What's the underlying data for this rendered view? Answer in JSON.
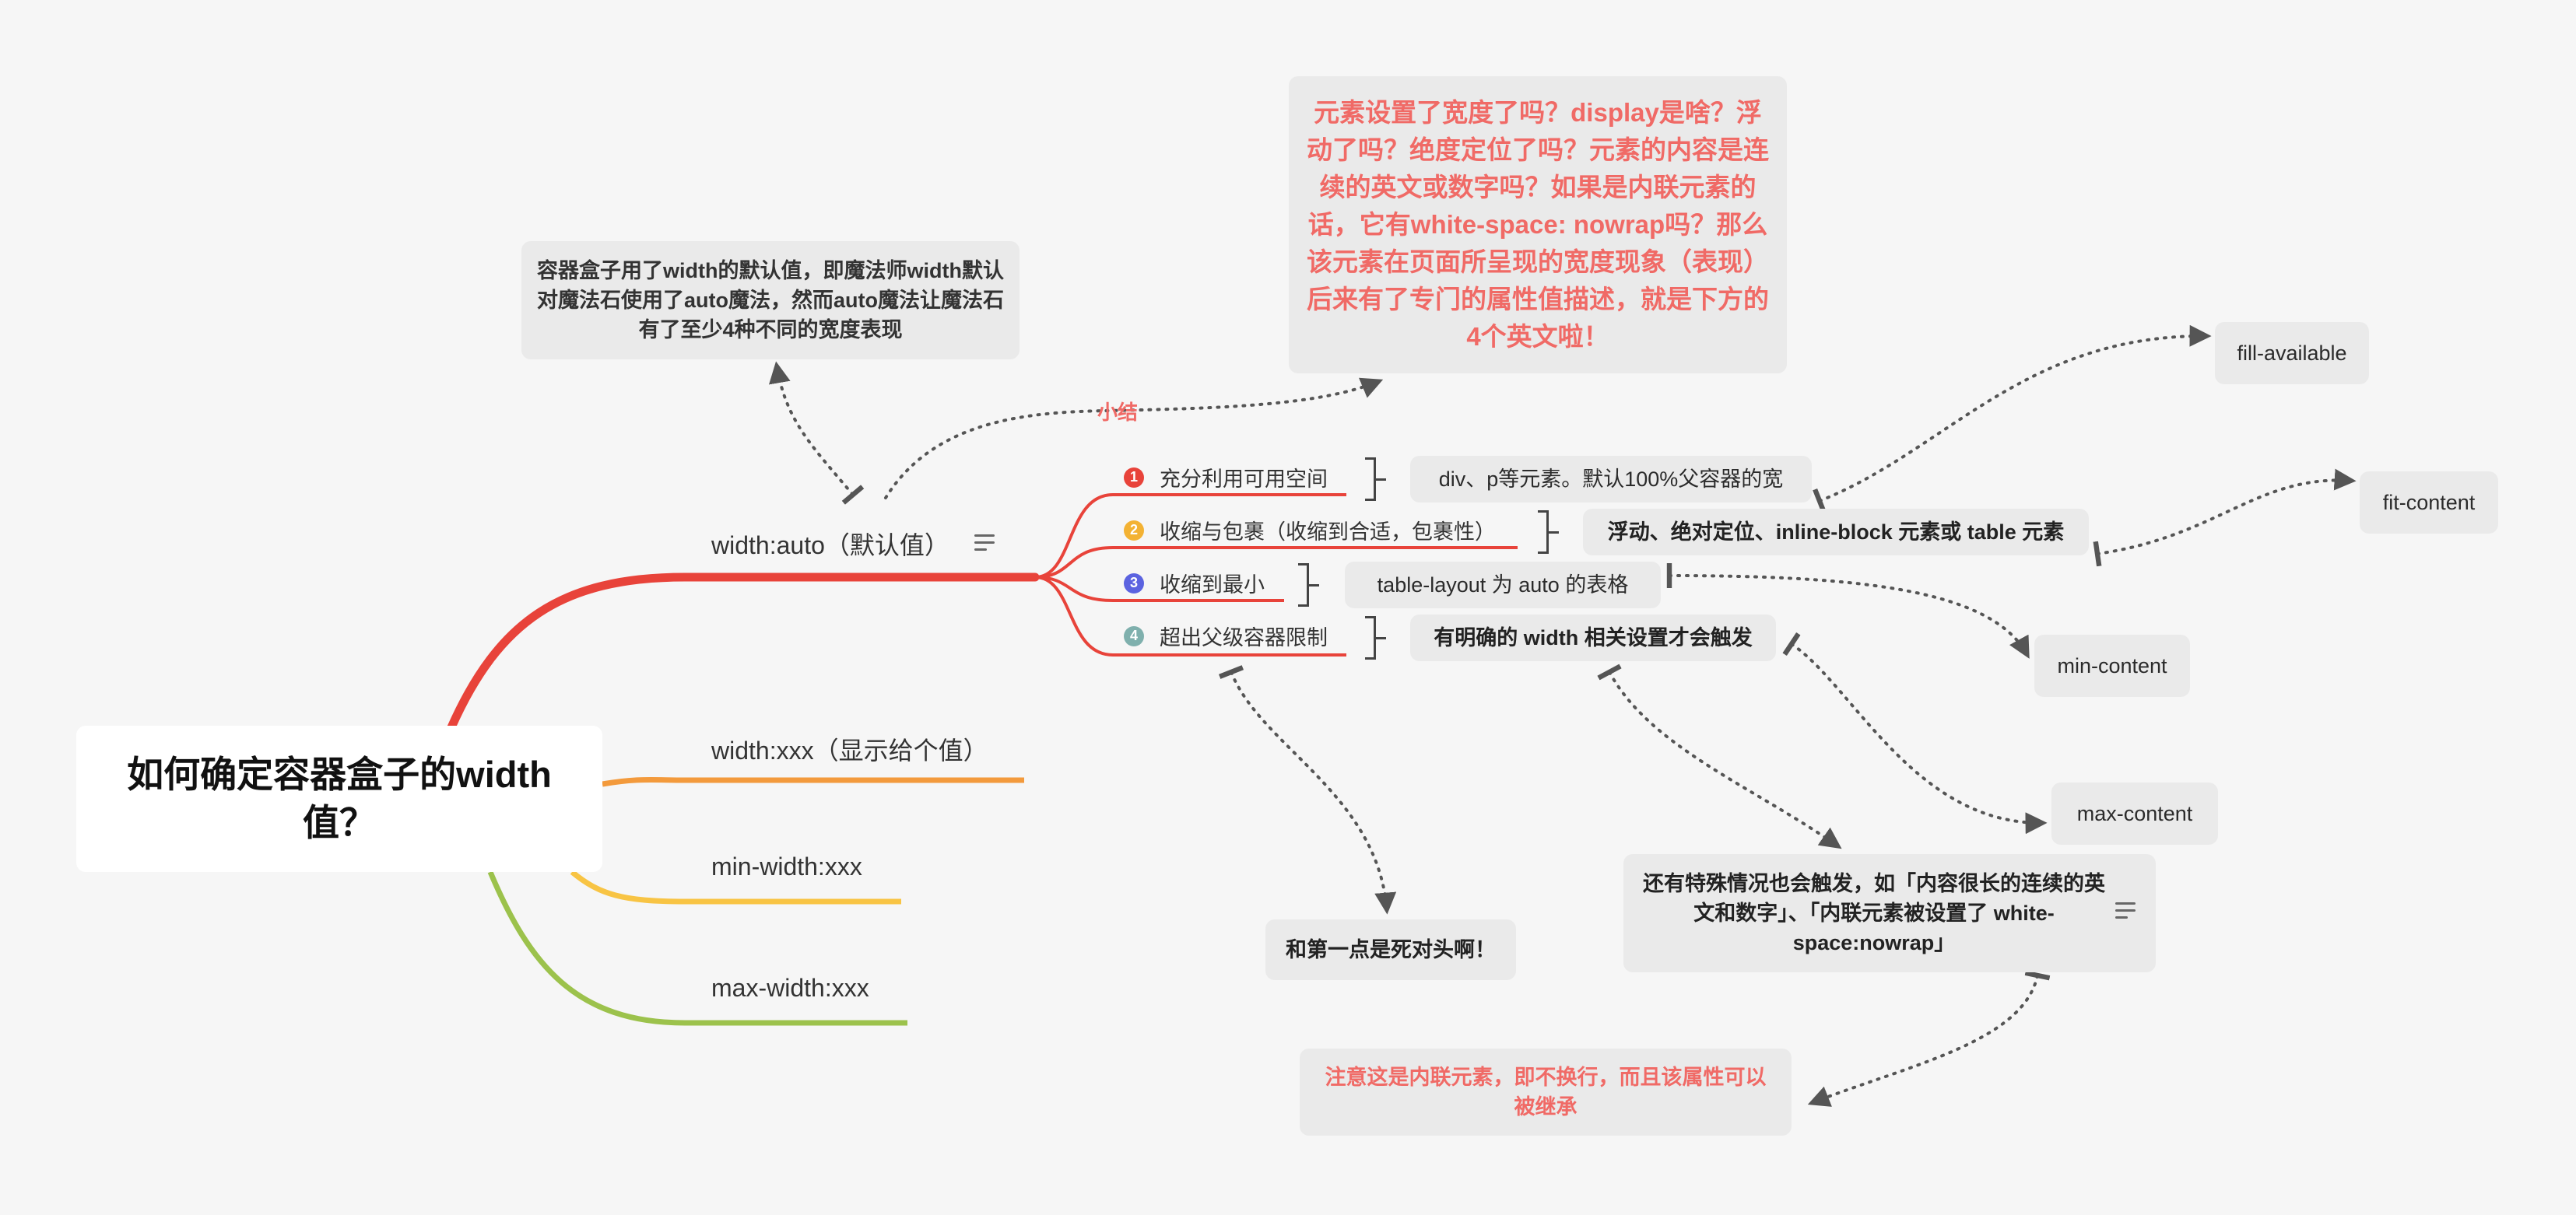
{
  "root": {
    "title": "如何确定容器盒子的width值？"
  },
  "branches": [
    {
      "label": "width:auto（默认值）",
      "color": "#e8433a"
    },
    {
      "label": "width:xxx（显示给个值）",
      "color": "#f39a3c"
    },
    {
      "label": "min-width:xxx",
      "color": "#f8c444"
    },
    {
      "label": "max-width:xxx",
      "color": "#9cc24c"
    }
  ],
  "auto_children": [
    {
      "label": "充分利用可用空间",
      "badge": "1",
      "badge_color": "#e8433a",
      "desc": "div、p等元素。默认100%父容器的宽"
    },
    {
      "label": "收缩与包裹（收缩到合适，包裹性）",
      "badge": "2",
      "badge_color": "#f3b233",
      "desc": "浮动、绝对定位、inline-block 元素或 table 元素"
    },
    {
      "label": "收缩到最小",
      "badge": "3",
      "badge_color": "#5b63e0",
      "desc": "table-layout 为 auto 的表格"
    },
    {
      "label": "超出父级容器限制",
      "badge": "4",
      "badge_color": "#7fb0ad",
      "desc": "有明确的 width 相关设置才会触发"
    }
  ],
  "keywords": [
    "fill-available",
    "fit-content",
    "min-content",
    "max-content"
  ],
  "intro_note": "容器盒子用了width的默认值，即魔法师width默认对魔法石使用了auto魔法，然而auto魔法让魔法石有了至少4种不同的宽度表现",
  "summary_label": "小结",
  "summary_note": "元素设置了宽度了吗？display是啥？浮动了吗？绝度定位了吗？元素的内容是连续的英文或数字吗？如果是内联元素的话，它有white-space: nowrap吗？那么该元素在页面所呈现的宽度现象（表现）后来有了专门的属性值描述，就是下方的4个英文啦！",
  "opposite_note": "和第一点是死对头啊！",
  "special_note": "还有特殊情况也会触发，如「内容很长的连续的英文和数字」、「内联元素被设置了 white-space:nowrap」",
  "inline_note": "注意这是内联元素，即不换行，而且该属性可以被继承",
  "colors": {
    "link": "#555555",
    "accent_red": "#f06a66",
    "box_bg": "#eaeaea"
  }
}
